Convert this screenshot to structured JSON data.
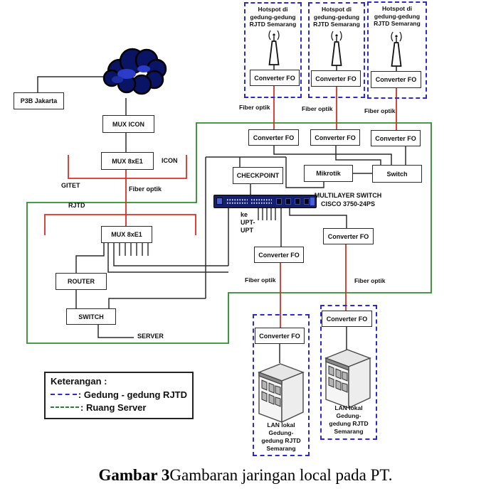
{
  "nodes": {
    "p3b": "P3B Jakarta",
    "mux_icon": "MUX ICON",
    "mux_8xe1_upper": "MUX 8xE1",
    "mux_8xe1_lower": "MUX 8xE1",
    "router": "ROUTER",
    "switch_server": "SWITCH",
    "checkpoint": "CHECKPOINT",
    "mikrotik": "Mikrotik",
    "switch_building": "Switch",
    "converter_fo": "Converter FO",
    "multilayer_line1": "MULTILAYER SWITCH",
    "multilayer_line2": "CISCO 3750-24PS"
  },
  "labels": {
    "icon": "ICON",
    "gitet": "GITET",
    "rjtd": "RJTD",
    "server": "SERVER",
    "fiber_optik": "Fiber optik",
    "ke": "ke",
    "upt1": "UPT-",
    "upt2": "UPT"
  },
  "hotspot": {
    "l1": "Hotspot di",
    "l2": "gedung-gedung",
    "l3": "RJTD Semarang"
  },
  "lan": {
    "l1": "LAN lokal",
    "l2": "Gedung-",
    "l3": "gedung RJTD",
    "l4": "Semarang"
  },
  "legend": {
    "title": "Keterangan :",
    "item1": ": Gedung - gedung RJTD",
    "item2": ": Ruang Server"
  },
  "caption": {
    "bold": "Gambar 3",
    "rest": "Gambaran jaringan local pada PT."
  },
  "colors": {
    "fiber_red": "#d93025",
    "server_room_green": "#2e8b2e",
    "gedung_dashed_blue": "#2a2ad0",
    "cloud_blue": "#0a1464",
    "switch_bar_blue": "#141f6e"
  }
}
